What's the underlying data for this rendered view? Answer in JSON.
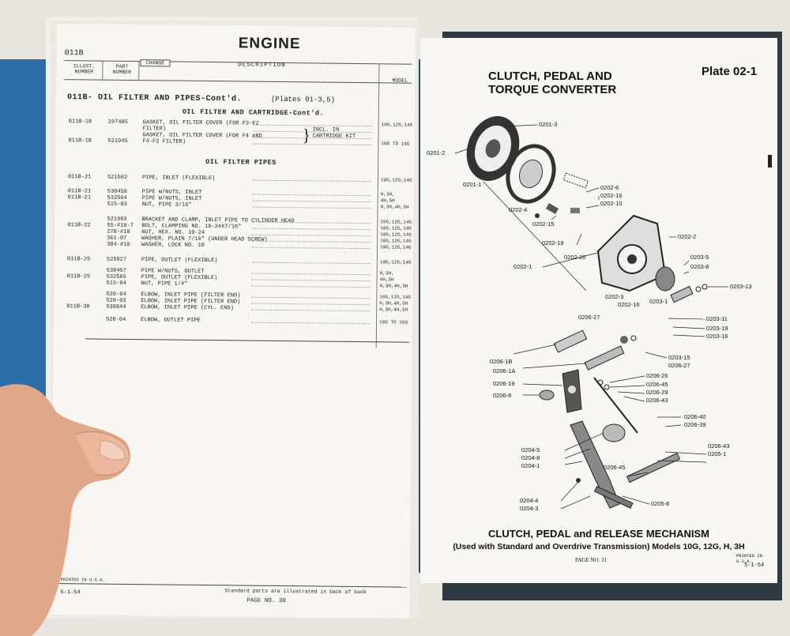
{
  "left_page": {
    "header": "ENGINE",
    "code": "011B",
    "columns": {
      "illus": "ILLUST. NUMBER",
      "part": "PART NUMBER",
      "change": "CHANGE",
      "desc": "DESCRIPTION",
      "model": "MODEL"
    },
    "section_title": "011B- OIL FILTER AND PIPES-Cont'd.",
    "section_plates": "(Plates 01-3,5)",
    "subsection1": "OIL FILTER AND CARTRIDGE-Cont'd.",
    "subsection2": "OIL FILTER PIPES",
    "kit_note": "INCL. IN CARTRIDGE KIT",
    "rows": [
      {
        "ill": "011B-18",
        "part": "197485",
        "desc": "GASKET, OIL FILTER COVER (FOR F3-F2",
        "model": "10G,12G,14G"
      },
      {
        "ill": "",
        "part": "",
        "desc": "FILTER)",
        "model": ""
      },
      {
        "ill": "",
        "part": "",
        "desc": "GASKET, OIL FILTER COVER (FOR F4 AND",
        "model": ""
      },
      {
        "ill": "011B-18",
        "part": "521945",
        "desc": "F4-F2 FILTER)",
        "model": "10G TO 15G"
      },
      {
        "ill": "011B-21",
        "part": "521502",
        "desc": "PIPE, INLET (FLEXIBLE)",
        "model": "10G,12G,14G"
      },
      {
        "ill": "011B-21",
        "part": "530458",
        "desc": "PIPE W/NUTS, INLET",
        "model": "H,3H,"
      },
      {
        "ill": "011B-21",
        "part": "532564",
        "desc": "PIPE W/NUTS, INLET",
        "model": "4H,5H"
      },
      {
        "ill": "",
        "part": "515-03",
        "desc": "NUT, PIPE 3/16\"",
        "model": "H,3H,4H,5H"
      },
      {
        "ill": "",
        "part": "521903",
        "desc": "BRACKET AND CLAMP, INLET PIPE TO CYLINDER HEAD",
        "model": "10G,12G,14G"
      },
      {
        "ill": "011B-22",
        "part": "55-#10-7",
        "desc": "BOLT, CLAMPING NO. 10-24X7/16\"",
        "model": "10G,12G,14G"
      },
      {
        "ill": "",
        "part": "270-#10",
        "desc": "NUT, HEX. NO. 10-24",
        "model": "10G,12G,14G"
      },
      {
        "ill": "",
        "part": "361-07",
        "desc": "WASHER, PLAIN 7/16\" (UNDER HEAD SCREW)",
        "model": "10G,12G,14G"
      },
      {
        "ill": "",
        "part": "384-#10",
        "desc": "WASHER, LOCK NO. 10",
        "model": "10G,12G,14G"
      },
      {
        "ill": "011B-25",
        "part": "525927",
        "desc": "PIPE, OUTLET (FLEXIBLE)",
        "model": "10G,12G,14G"
      },
      {
        "ill": "",
        "part": "530457",
        "desc": "PIPE W/NUTS, OUTLET",
        "model": "H,3H,"
      },
      {
        "ill": "011B-25",
        "part": "532565",
        "desc": "PIPE, OUTLET (FLEXIBLE)",
        "model": "4H,5H"
      },
      {
        "ill": "",
        "part": "515-04",
        "desc": "NUT, PIPE 1/4\"",
        "model": "H,3H,4H,5H"
      },
      {
        "ill": "",
        "part": "520-04",
        "desc": "ELBOW, INLET PIPE (FILTER END)",
        "model": "10G,12G,14G"
      },
      {
        "ill": "",
        "part": "520-03",
        "desc": "ELBOW, INLET PIPE (FILTER END)",
        "model": "H,3H,4H,5H"
      },
      {
        "ill": "011B-30",
        "part": "530844",
        "desc": "ELBOW, INLET PIPE (CYL. END)",
        "model": "H,3H,4H,5H"
      },
      {
        "ill": "",
        "part": "520-04",
        "desc": "ELBOW, OUTLET PIPE",
        "model": "10G TO 15G"
      }
    ],
    "footer": {
      "printed": "PRINTED IN U.S.A.",
      "date": "5-1-54",
      "std_note": "Standard parts are illustrated in back of book",
      "page": "PAGE NO. 30"
    }
  },
  "right_page": {
    "title_line1": "CLUTCH, PEDAL AND",
    "title_line2": "TORQUE CONVERTER",
    "plate": "Plate 02-1",
    "caption1": "CLUTCH, PEDAL and RELEASE MECHANISM",
    "caption2": "(Used with Standard and Overdrive Transmission) Models 10G, 12G, H, 3H",
    "page": "PAGE NO. 31",
    "printed": "PRINTED IN U.S.A.",
    "date": "5-1-54",
    "callouts": [
      "0201-3",
      "0201-2",
      "0201-1",
      "0202-6",
      "0202-16",
      "0202-10",
      "0202-4",
      "0202-15",
      "0202-18",
      "0202-20",
      "0202-2",
      "0202-1",
      "0203-5",
      "0203-8",
      "0203-13",
      "0202-3",
      "0202-16",
      "0203-1",
      "0203-11",
      "0203-19",
      "0203-16",
      "0206-27",
      "0206-1B",
      "0206-1A",
      "0203-15",
      "0206-27",
      "0206-26",
      "0206-45",
      "0206-29",
      "0206-43",
      "0206-19",
      "0206-8",
      "0206-40",
      "0206-39",
      "0206-43",
      "0205-1",
      "0204-5",
      "0204-8",
      "0204-1",
      "0206-45",
      "0204-4",
      "0204-3",
      "0205-8"
    ]
  }
}
